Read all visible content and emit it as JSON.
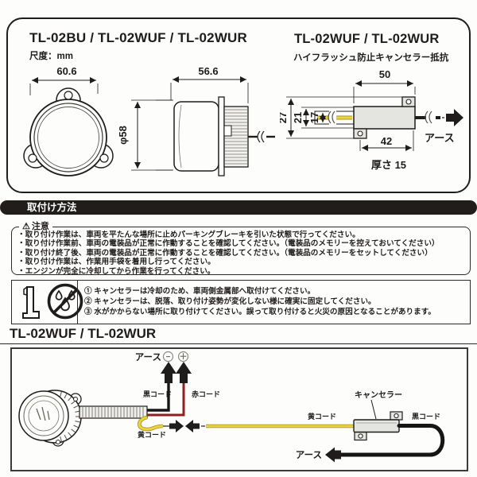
{
  "colors": {
    "ink": "#1f1d1b",
    "paper": "#fdfdfb",
    "yellow": "#e9d341",
    "ydark": "#a78f1e",
    "red": "#8e2020",
    "bar": "#201d1b",
    "bd": "#2b2a28"
  },
  "top_section": {
    "left_title": "TL-02BU / TL-02WUF / TL-02WUR",
    "left_scale": "尺度：mm",
    "right_title": "TL-02WUF / TL-02WUR",
    "right_subtitle": "ハイフラッシュ防止キャンセラー抵抗",
    "front_view": {
      "width_dim": "60.6",
      "diameter_dim": "φ58"
    },
    "side_view": {
      "width_dim": "56.6"
    },
    "canceller_view": {
      "width_dim": "50",
      "height_outer": "27",
      "height_mid": "21",
      "height_inner": "17",
      "body_dim": "42",
      "thickness": "厚さ 15",
      "earth_label": "アース"
    }
  },
  "install_section": {
    "header": "取付け方法"
  },
  "caution_box": {
    "warning_glyph": "⚠",
    "label": "注意",
    "items": [
      "・取り付け作業は、車両を平たんな場所に止めパーキングブレーキを引いた状態で行ってください。",
      "・取り付け作業前、車両の電装品が正常に作動することを確認してください。（電装品のメモリーを控えておいてください）",
      "・取り付け終了後、車両の電装品が正常に作動することを確認してください。（電装品のメモリーをセットしてください）",
      "・取り付け作業は、作業用手袋を着用し行ってください。",
      "・エンジンが完全に冷却してから作業を行ってください。"
    ]
  },
  "notes_box": {
    "items": [
      "① キャンセラーは冷却のため、車両側金属部へ取付けてください。",
      "② キャンセラーは、脱落、取り付け姿勢が変化しない様に確実に固定してください。",
      "③ 水がかからない場所に取り付けてください。誤って取り付けると火災の原因となることがあります。"
    ]
  },
  "wiring_section": {
    "title": "TL-02WUF / TL-02WUR",
    "earth_top": "アース",
    "minus": "−",
    "plus": "＋",
    "black_cord_top": "黒コード",
    "red_cord": "赤コード",
    "yellow_cord_left": "黄コード",
    "yellow_cord_right": "黄コード",
    "canceller_label": "キャンセラー",
    "black_cord_right": "黒コード",
    "earth_bottom": "アース"
  }
}
